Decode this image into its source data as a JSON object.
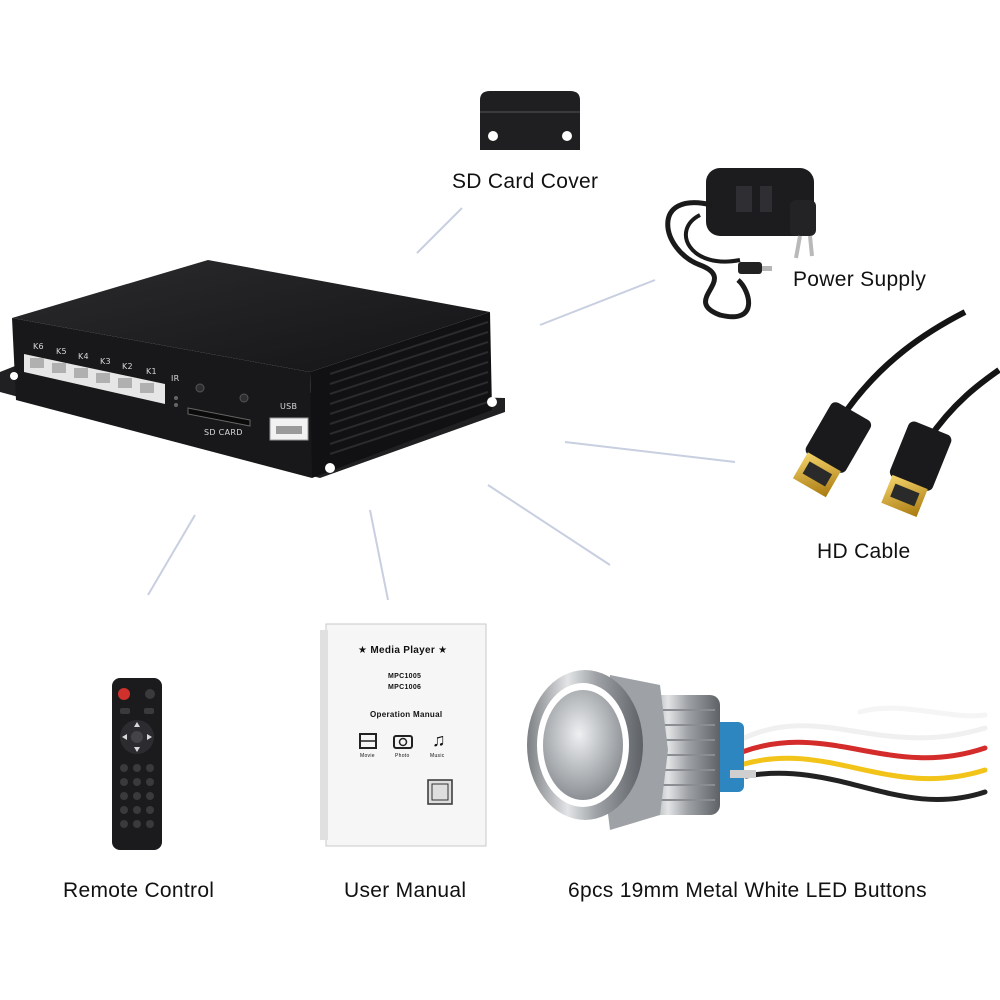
{
  "device": {
    "button_labels": [
      "K6",
      "K5",
      "K4",
      "K3",
      "K2",
      "K1"
    ],
    "ir_label": "IR",
    "usb_label": "USB",
    "sd_slot_label": "SD CARD"
  },
  "accessories": {
    "sd_card_cover": "SD Card Cover",
    "power_supply": "Power Supply",
    "hd_cable": "HD Cable",
    "remote_control": "Remote Control",
    "user_manual": "User Manual",
    "led_buttons": "6pcs 19mm Metal White LED Buttons"
  },
  "manual": {
    "heading": "★ Media Player ★",
    "model_1": "MPC1005",
    "model_2": "MPC1006",
    "subtitle": "Operation Manual",
    "icon_movie": "Movie",
    "icon_photo": "Photo",
    "icon_music": "Music"
  },
  "colors": {
    "device_body": "#1c1c1e",
    "led_ring": "#ffffff",
    "connector_blue": "#2e86c1",
    "remote_power": "#d0312d",
    "hdmi_gold": "#d4a017",
    "leader_line": "#c8cfe0"
  }
}
